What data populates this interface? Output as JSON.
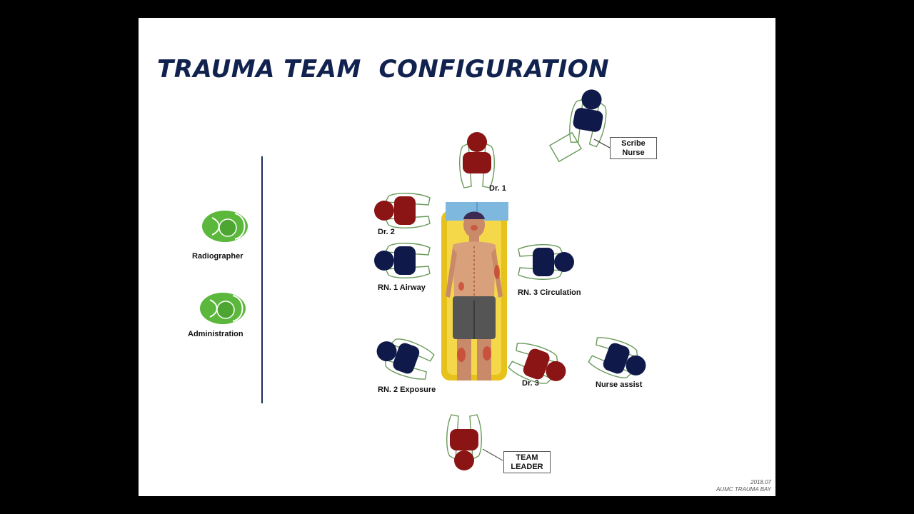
{
  "title": "TRAUMA TEAM  CONFIGURATION",
  "side_roles": {
    "radiographer": "Radiographer",
    "administration": "Administration"
  },
  "roles": {
    "dr1": "Dr. 1",
    "dr2": "Dr. 2",
    "dr3": "Dr. 3",
    "rn1": "RN. 1 Airway",
    "rn2": "RN. 2 Exposure",
    "rn3": "RN. 3 Circulation",
    "nurse_assist": "Nurse assist"
  },
  "boxes": {
    "scribe_line1": "Scribe",
    "scribe_line2": "Nurse",
    "leader_line1": "TEAM",
    "leader_line2": "LEADER"
  },
  "footer": {
    "date": "2018.07",
    "location": "AUMC TRAUMA BAY"
  },
  "colors": {
    "doctor": "#8b1414",
    "nurse": "#101a4a",
    "support": "#5cb83c",
    "title": "#12224f",
    "stretcher": "#e8c21c"
  }
}
